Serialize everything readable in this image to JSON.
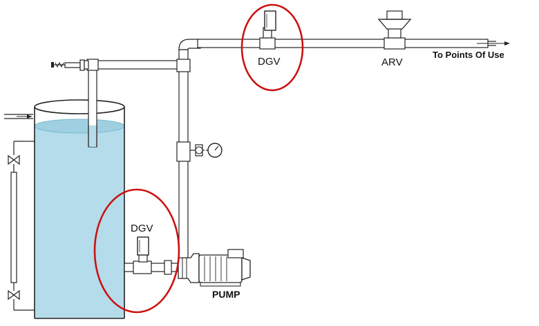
{
  "labels": {
    "dgv_top": "DGV",
    "dgv_bottom": "DGV",
    "arv": "ARV",
    "outlet": "To Points Of Use",
    "pump": "PUMP"
  },
  "colors": {
    "water": "#b4dcea",
    "water_surface": "#8cc4d8",
    "highlight": "#cc1111",
    "line": "#222222",
    "pipe_fill": "#ffffff"
  }
}
